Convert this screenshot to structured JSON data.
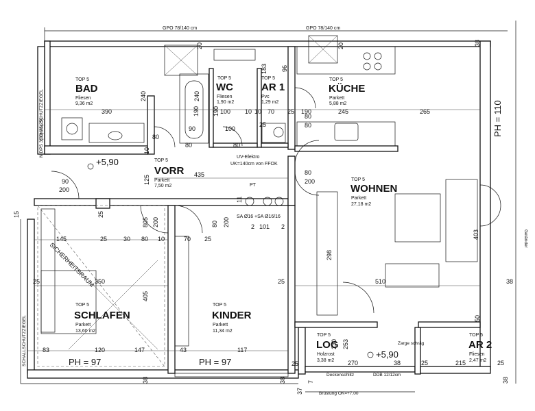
{
  "top_labels": {
    "gpo_left": "GPO 78/140 cm",
    "gpo_right": "GPO 78/140 cm"
  },
  "rooms": [
    {
      "id": "bad",
      "top": "TOP 5",
      "name": "BAD",
      "floor": "Fliesen",
      "area": "9,36 m2"
    },
    {
      "id": "wc",
      "top": "TOP 5",
      "name": "WC",
      "floor": "Fliesen",
      "area": "1,90 m2"
    },
    {
      "id": "ar1",
      "top": "TOP 5",
      "name": "AR 1",
      "floor": "Pvc",
      "area": "1,29 m2"
    },
    {
      "id": "kueche",
      "top": "TOP 5",
      "name": "KÜCHE",
      "floor": "Parkett",
      "area": "5,88 m2"
    },
    {
      "id": "vorr",
      "top": "TOP 5",
      "name": "VORR",
      "floor": "Parkett",
      "area": "7,50 m2"
    },
    {
      "id": "wohnen",
      "top": "TOP 5",
      "name": "WOHNEN",
      "floor": "Parkett",
      "area": "27,18 m2"
    },
    {
      "id": "schlafen",
      "top": "TOP 5",
      "name": "SCHLAFEN",
      "floor": "Parkett",
      "area": "13,60 m2"
    },
    {
      "id": "kinder",
      "top": "TOP 5",
      "name": "KINDER",
      "floor": "Parkett",
      "area": "11,34 m2"
    },
    {
      "id": "log",
      "top": "TOP 5",
      "name": "LOG",
      "floor": "Holzrost",
      "area": "3,38 m2"
    },
    {
      "id": "ar2",
      "top": "TOP 5",
      "name": "AR 2",
      "floor": "Fliesen",
      "area": "2,47 m2"
    }
  ],
  "notes": {
    "ph_110": "PH = 110",
    "ph_97_a": "PH = 97",
    "ph_97_b": "PH = 97",
    "level_a": "+5,90",
    "level_b": "+5,90",
    "uv_elektro": "UV-Elektro",
    "uv_height": "UK=140cm von FFOK",
    "pt": "PT",
    "sa1": "SA Ø16",
    "sa2": "+SA Ø16/16",
    "sicherheitsraum": "SICHERHEITSRAUM",
    "schallschutz_a": "SCHALLSCHUTZZIEGEL",
    "schallschutz_b": "SCHALLSCHUTZZIEGEL",
    "schacht": "N DPS 3(30)/25(25)",
    "gelaender": "Geländer",
    "deckenschlitz": "Deckenschlitz",
    "ddb": "DDB 12/12cm",
    "bruestung": "Brüstung OK=+7,00",
    "zarge": "Zarge schräg"
  },
  "dims": {
    "d20a": "20",
    "d20b": "20",
    "d38a": "38",
    "d38b": "38",
    "d38c": "38",
    "d38d": "38",
    "d390": "390",
    "d100a": "100",
    "d10a": "10",
    "d10b": "10",
    "d70": "70",
    "d25a": "25",
    "d190a": "190",
    "d245": "245",
    "d265": "265",
    "d240a": "240",
    "d240b": "240",
    "d183": "183",
    "d96": "96",
    "d190b": "190",
    "d190c": "190",
    "d100b": "100",
    "d90a": "90",
    "d80a": "80",
    "d80b": "80",
    "d80c": "80",
    "d435": "435",
    "d125": "125",
    "d10c": "10",
    "d90b": "90",
    "d200a": "200",
    "d15": "15",
    "d25b": "25",
    "d805": "805",
    "d200b": "200",
    "d80d": "80",
    "d200c": "200",
    "d11": "11",
    "d101": "101",
    "d2a": "2",
    "d2b": "2",
    "d145": "145",
    "d25c": "25",
    "d30": "30",
    "d80e": "80",
    "d10d": "10",
    "d70b": "70",
    "d25d": "25",
    "d298": "298",
    "d403": "403",
    "d25e": "25",
    "d350": "350",
    "d405": "405",
    "d510": "510",
    "d38e": "38",
    "d50": "50",
    "d83": "83",
    "d120": "120",
    "d147": "147",
    "d43": "43",
    "d117": "117",
    "d25f": "25",
    "d230": "230",
    "d253": "253",
    "d270": "270",
    "d38f": "38",
    "d7": "7",
    "d215": "215",
    "d25g": "25",
    "d25h": "25",
    "d37": "37"
  },
  "colors": {
    "line": "#111111",
    "background": "#ffffff"
  }
}
